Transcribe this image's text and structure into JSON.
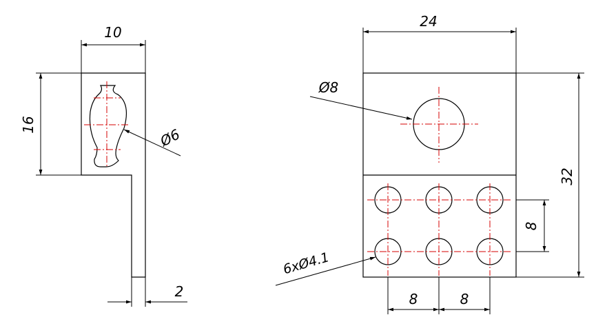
{
  "side_view": {
    "width_label": "10",
    "height_label": "16",
    "thickness_label": "2",
    "slot_label": "Ø6"
  },
  "front_view": {
    "width_label": "24",
    "height_label": "32",
    "hole_label": "Ø8",
    "hole_pitch_vertical_label": "8",
    "hole_pitch_left_label": "8",
    "hole_pitch_right_label": "8",
    "small_holes_label": "6xØ4.1"
  }
}
